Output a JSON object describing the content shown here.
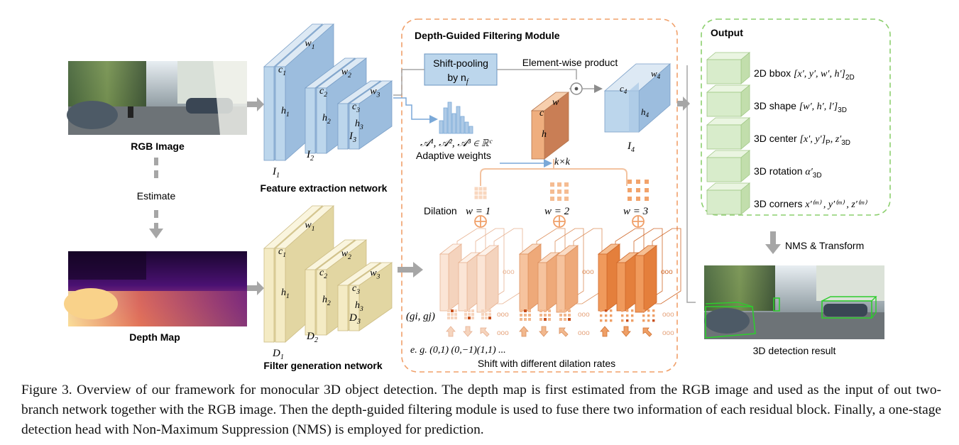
{
  "figure": {
    "inputs": {
      "rgb_label": "RGB Image",
      "estimate_label": "Estimate",
      "depth_label": "Depth Map"
    },
    "feature_network": {
      "label": "Feature extraction network",
      "block_labels": [
        "I",
        "I",
        "I"
      ],
      "block_subs": [
        "1",
        "2",
        "3"
      ],
      "w_labels": [
        "w",
        "w",
        "w"
      ],
      "c_labels": [
        "c",
        "c",
        "c"
      ],
      "h_labels": [
        "h",
        "h",
        "h"
      ],
      "dim_subs": [
        "1",
        "2",
        "3"
      ]
    },
    "filter_network": {
      "label": "Filter generation network",
      "block_labels": [
        "D",
        "D",
        "D"
      ],
      "block_subs": [
        "1",
        "2",
        "3"
      ]
    },
    "module": {
      "title": "Depth-Guided Filtering Module",
      "shift_pooling_line1": "Shift-pooling",
      "shift_pooling_line2": "by n",
      "shift_pooling_sub": "f",
      "element_wise": "Element-wise product",
      "adaptive_formula": "𝒜¹, 𝒜², 𝒜³ ∈ ℝᶜ",
      "adaptive_label": "Adaptive weights",
      "kernel_c": "c",
      "kernel_w": "w",
      "kernel_h": "h",
      "kxk": "k×k",
      "out_c": "c",
      "out_c_sub": "4",
      "out_w": "w",
      "out_w_sub": "4",
      "out_h": "h",
      "out_h_sub": "4",
      "out_block": "I",
      "out_block_sub": "4",
      "dilation_prefix": "Dilation",
      "dilation_labels": [
        "w = 1",
        "w = 2",
        "w = 3"
      ],
      "shift_coord": "(gi, gj)",
      "shift_example": "e. g. (0,1) (0,−1)(1,1) ...",
      "shift_caption": "Shift with different dilation rates",
      "dots": "ooo"
    },
    "output": {
      "title": "Output",
      "rows": [
        {
          "name": "2D bbox",
          "formula": "[x′, y′, w′, h′]",
          "sub": "2D"
        },
        {
          "name": "3D shape",
          "formula": "[w′, h′, l′]",
          "sub": "3D"
        },
        {
          "name": "3D center",
          "formula": "[x′, y′]",
          "sub": "P",
          "extra": ", z′",
          "extra_sub": "3D"
        },
        {
          "name": "3D rotation",
          "formula": "α′",
          "sub": "3D"
        },
        {
          "name": "3D corners",
          "formula": "x′⁽ᵐ⁾ , y′⁽ᵐ⁾ , z′⁽ᵐ⁾",
          "sub": ""
        }
      ],
      "nms_label": "NMS & Transform",
      "result_label": "3D detection result"
    },
    "colors": {
      "blue_block": "#bcd6ec",
      "yellow_block": "#f4ebc4",
      "salmon_block": "#f2b07a",
      "module_border": "#f0a06a",
      "output_border": "#8ccf6e",
      "output_cube": "#d8eccb",
      "arrow_gray": "#a6a6a6",
      "link_blue": "#7ba9d8"
    }
  },
  "caption": "Figure 3. Overview of our framework for monocular 3D object detection. The depth map is first estimated from the RGB image and used as the input of out two-branch network together with the RGB image. Then the depth-guided filtering module is used to fuse there two information of each residual block. Finally, a one-stage detection head with Non-Maximum Suppression (NMS) is employed for prediction."
}
